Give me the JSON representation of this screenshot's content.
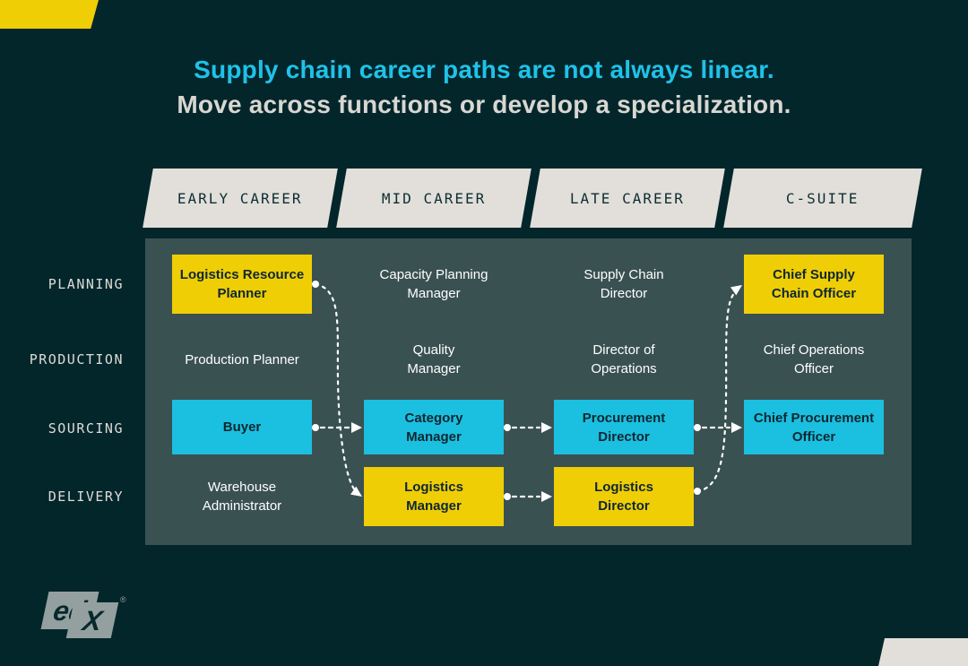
{
  "title": {
    "line1": "Supply chain career paths are not always linear.",
    "line2": "Move across functions or develop a specialization.",
    "accent_color": "#1fc2e8",
    "secondary_color": "#d8d7d2"
  },
  "stages": [
    "EARLY CAREER",
    "MID CAREER",
    "LATE CAREER",
    "C-SUITE"
  ],
  "functions": [
    "PLANNING",
    "PRODUCTION",
    "SOURCING",
    "DELIVERY"
  ],
  "colors": {
    "background": "#03262b",
    "panel": "#3a5152",
    "yellow_box": "#efce06",
    "cyan_box": "#1bbfe0",
    "header_bg": "#e2dfda",
    "dark_text": "#0f2730",
    "white_text": "#ffffff",
    "arrow": "#ffffff"
  },
  "cells": [
    {
      "row": "PLANNING",
      "stage": "EARLY CAREER",
      "variant": "yellow",
      "label": "Logistics Resource\nPlanner"
    },
    {
      "row": "PLANNING",
      "stage": "MID CAREER",
      "variant": "plain",
      "label": "Capacity Planning\nManager"
    },
    {
      "row": "PLANNING",
      "stage": "LATE CAREER",
      "variant": "plain",
      "label": "Supply Chain\nDirector"
    },
    {
      "row": "PLANNING",
      "stage": "C-SUITE",
      "variant": "yellow",
      "label": "Chief Supply\nChain Officer"
    },
    {
      "row": "PRODUCTION",
      "stage": "EARLY CAREER",
      "variant": "plain",
      "label": "Production Planner"
    },
    {
      "row": "PRODUCTION",
      "stage": "MID CAREER",
      "variant": "plain",
      "label": "Quality\nManager"
    },
    {
      "row": "PRODUCTION",
      "stage": "LATE CAREER",
      "variant": "plain",
      "label": "Director of\nOperations"
    },
    {
      "row": "PRODUCTION",
      "stage": "C-SUITE",
      "variant": "plain",
      "label": "Chief Operations\nOfficer"
    },
    {
      "row": "SOURCING",
      "stage": "EARLY CAREER",
      "variant": "cyan",
      "label": "Buyer"
    },
    {
      "row": "SOURCING",
      "stage": "MID CAREER",
      "variant": "cyan",
      "label": "Category\nManager"
    },
    {
      "row": "SOURCING",
      "stage": "LATE CAREER",
      "variant": "cyan",
      "label": "Procurement\nDirector"
    },
    {
      "row": "SOURCING",
      "stage": "C-SUITE",
      "variant": "cyan",
      "label": "Chief Procurement\nOfficer"
    },
    {
      "row": "DELIVERY",
      "stage": "EARLY CAREER",
      "variant": "plain",
      "label": "Warehouse\nAdministrator"
    },
    {
      "row": "DELIVERY",
      "stage": "MID CAREER",
      "variant": "yellow",
      "label": "Logistics\nManager"
    },
    {
      "row": "DELIVERY",
      "stage": "LATE CAREER",
      "variant": "yellow",
      "label": "Logistics\nDirector"
    }
  ],
  "connections": [
    {
      "from": "Logistics Resource Planner",
      "to": "Logistics Manager"
    },
    {
      "from": "Buyer",
      "to": "Category Manager"
    },
    {
      "from": "Category Manager",
      "to": "Procurement Director"
    },
    {
      "from": "Procurement Director",
      "to": "Chief Procurement Officer"
    },
    {
      "from": "Logistics Manager",
      "to": "Logistics Director"
    },
    {
      "from": "Logistics Director",
      "to": "Chief Supply Chain Officer"
    }
  ],
  "logo": {
    "ed": "ed",
    "x": "X",
    "registered": "®"
  }
}
